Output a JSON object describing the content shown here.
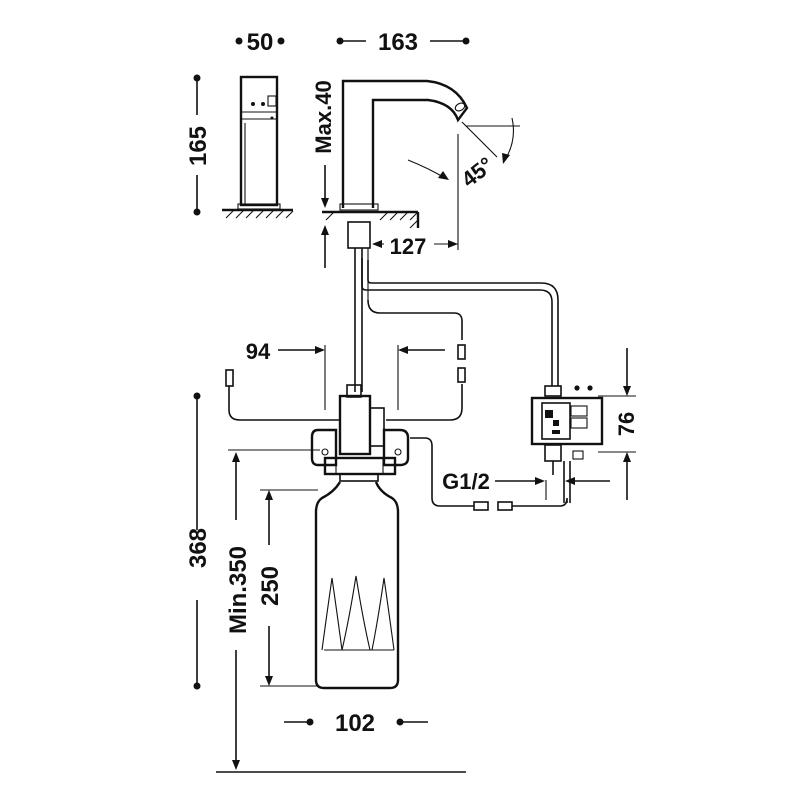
{
  "dimensions": {
    "width_top": "50",
    "length_top": "163",
    "height": "165",
    "max_deck": "Max.40",
    "reach": "127",
    "angle": "45°",
    "valve_offset": "94",
    "thread": "G1/2",
    "box_height": "76",
    "total_height": "368",
    "min_depth": "Min.350",
    "bottle_height": "250",
    "bottle_width": "102"
  }
}
